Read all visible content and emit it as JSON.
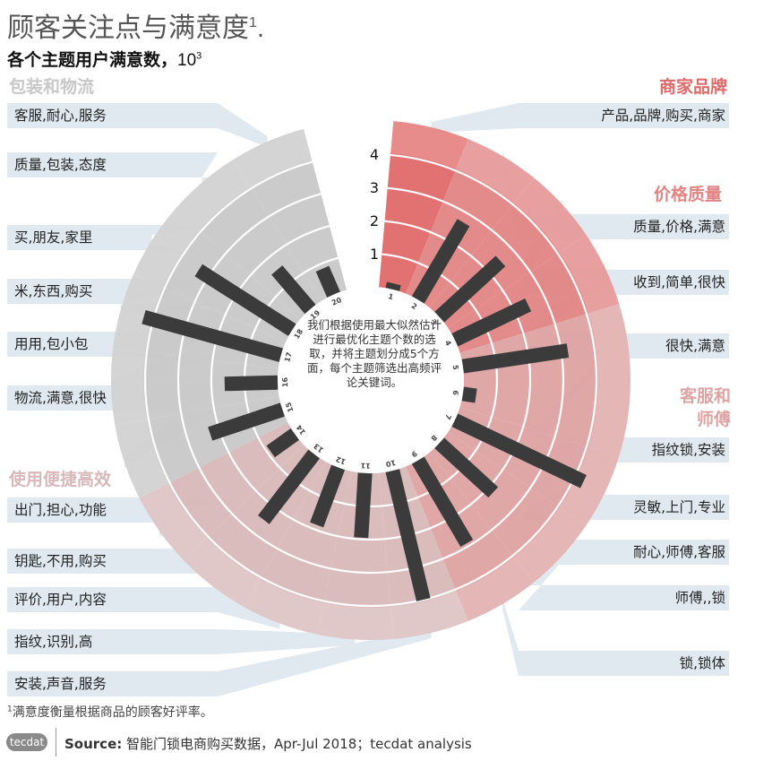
{
  "title": "顾客关注点与满意度",
  "title_sup": "1",
  "title_suffix": ".",
  "subtitle": "各个主题用户满意数，",
  "subtitle_unit": "10",
  "subtitle_unit_sup": "3",
  "center_note": "我们根据使用最大似然估计进行最优化主题个数的选取，并将主题划分成5个方面，每个主题筛选出高频评论关键词。",
  "footnote_sup": "1",
  "footnote": "满意度衡量根据商品的顾客好评率。",
  "logo_text": "tecdat",
  "source_label": "Source:",
  "source_text": " 智能门锁电商购买数据，Apr-Jul 2018；tecdat analysis",
  "colors": {
    "商家品牌": "#e06a6a",
    "价格质量": "#e28484",
    "客服和师傅": "#dea2a2",
    "使用便捷高效": "#d8b8b8",
    "包装和物流": "#c8c8c8",
    "bar": "#3b3b3b",
    "label_band": "#dfe9ef"
  },
  "chart_data": {
    "type": "bar",
    "layout": "radial",
    "unit": "10^3",
    "ylim": [
      0,
      4
    ],
    "ticks": [
      1,
      2,
      3,
      4
    ],
    "topics": [
      {
        "id": 1,
        "keywords": "产品,品牌,购买,商家",
        "group": "商家品牌",
        "value": 0.18
      },
      {
        "id": 2,
        "keywords": "质量,价格,满意",
        "group": "价格质量",
        "value": 2.7
      },
      {
        "id": 3,
        "keywords": "收到,简单,很快",
        "group": "价格质量",
        "value": 2.5
      },
      {
        "id": 4,
        "keywords": "很快,满意",
        "group": "价格质量",
        "value": 2.45
      },
      {
        "id": 5,
        "keywords": "指纹锁,安装",
        "group": "客服和师傅",
        "value": 3.2
      },
      {
        "id": 6,
        "keywords": "灵敏,上门,专业",
        "group": "客服和师傅",
        "value": 0.4
      },
      {
        "id": 7,
        "keywords": "耐心,师傅,客服",
        "group": "客服和师傅",
        "value": 4.3
      },
      {
        "id": 8,
        "keywords": "师傅,,锁",
        "group": "客服和师傅",
        "value": 2.2
      },
      {
        "id": 9,
        "keywords": "锁,锁体",
        "group": "客服和师傅",
        "value": 2.9
      },
      {
        "id": 10,
        "keywords": "安装,声音,服务",
        "group": "使用便捷高效",
        "value": 4.0
      },
      {
        "id": 11,
        "keywords": "指纹,识别,高",
        "group": "使用便捷高效",
        "value": 1.95
      },
      {
        "id": 12,
        "keywords": "评价,用户,内容",
        "group": "使用便捷高效",
        "value": 1.85
      },
      {
        "id": 13,
        "keywords": "钥匙,不用,购买",
        "group": "使用便捷高效",
        "value": 2.5
      },
      {
        "id": 14,
        "keywords": "出门,担心,功能",
        "group": "使用便捷高效",
        "value": 0.9
      },
      {
        "id": 15,
        "keywords": "物流,满意,很快",
        "group": "包装和物流",
        "value": 2.3
      },
      {
        "id": 16,
        "keywords": "用用,包小包",
        "group": "包装和物流",
        "value": 1.6
      },
      {
        "id": 17,
        "keywords": "米,东西,购买",
        "group": "包装和物流",
        "value": 4.3
      },
      {
        "id": 18,
        "keywords": "买,朋友,家里",
        "group": "包装和物流",
        "value": 3.35
      },
      {
        "id": 19,
        "keywords": "质量,包装,态度",
        "group": "包装和物流",
        "value": 1.55
      },
      {
        "id": 20,
        "keywords": "客服,耐心,服务",
        "group": "包装和物流",
        "value": 0.85
      }
    ],
    "groups": [
      "商家品牌",
      "价格质量",
      "客服和师傅",
      "使用便捷高效",
      "包装和物流"
    ]
  }
}
